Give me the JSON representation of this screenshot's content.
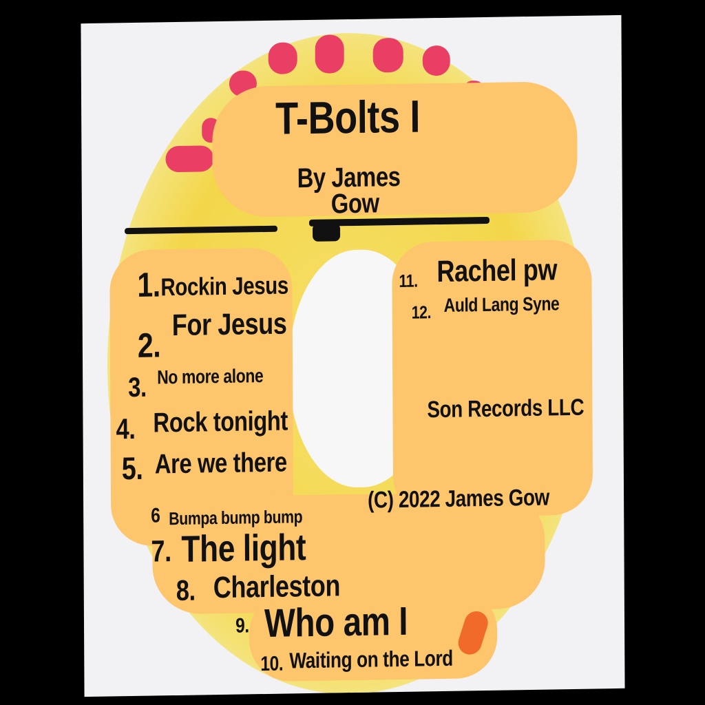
{
  "album": {
    "title": "T-Bolts I",
    "byline_1": "By James",
    "byline_2": "Gow"
  },
  "tracks": [
    {
      "num": "1.",
      "title": "Rockin Jesus"
    },
    {
      "num": "2.",
      "title": "For Jesus"
    },
    {
      "num": "3.",
      "title": "No more alone"
    },
    {
      "num": "4.",
      "title": "Rock tonight"
    },
    {
      "num": "5.",
      "title": "Are we there"
    },
    {
      "num": "6",
      "title": "Bumpa bump bump"
    },
    {
      "num": "7.",
      "title": "The light"
    },
    {
      "num": "8.",
      "title": "Charleston"
    },
    {
      "num": "9.",
      "title": "Who am I"
    },
    {
      "num": "10.",
      "title": "Waiting on the Lord"
    },
    {
      "num": "11.",
      "title": "Rachel pw"
    },
    {
      "num": "12.",
      "title": "Auld Lang Syne"
    }
  ],
  "label": "Son Records LLC",
  "copyright": "(C) 2022 James Gow",
  "colors": {
    "background": "#000000",
    "card": "#f2f1f3",
    "paint": "#fdc56c",
    "dots": "#ea3f64",
    "disc": "#f3d64a",
    "accent_orange": "#f06a2a"
  }
}
